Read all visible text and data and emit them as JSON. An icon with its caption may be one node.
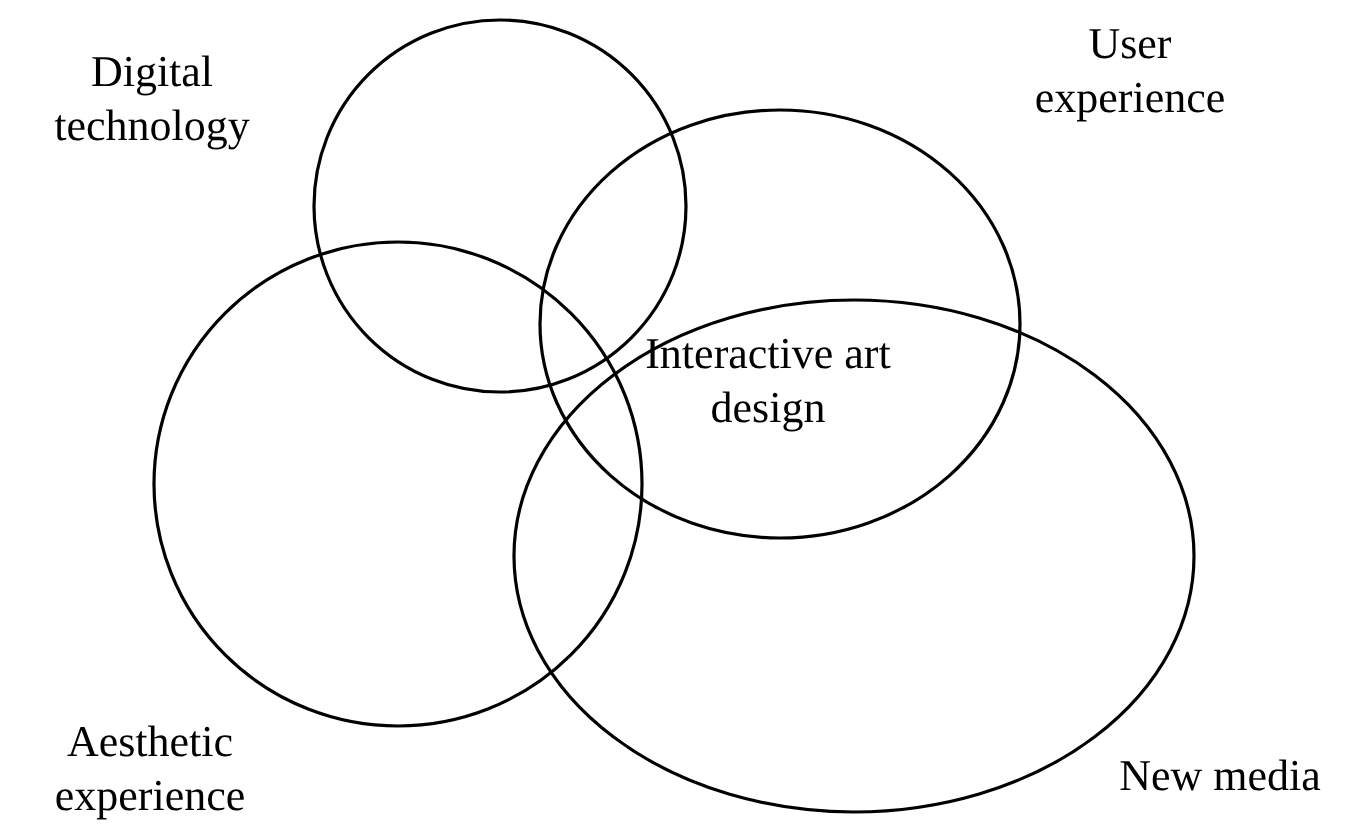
{
  "diagram": {
    "nodes": [
      {
        "text": [
          "Digital technology"
        ]
      },
      {
        "text": [
          "User experience"
        ]
      },
      {
        "text": [
          "Aesthetic experience"
        ]
      },
      {
        "text": [
          "New media"
        ]
      }
    ],
    "labels": [
      "Interactive art design"
    ]
  }
}
